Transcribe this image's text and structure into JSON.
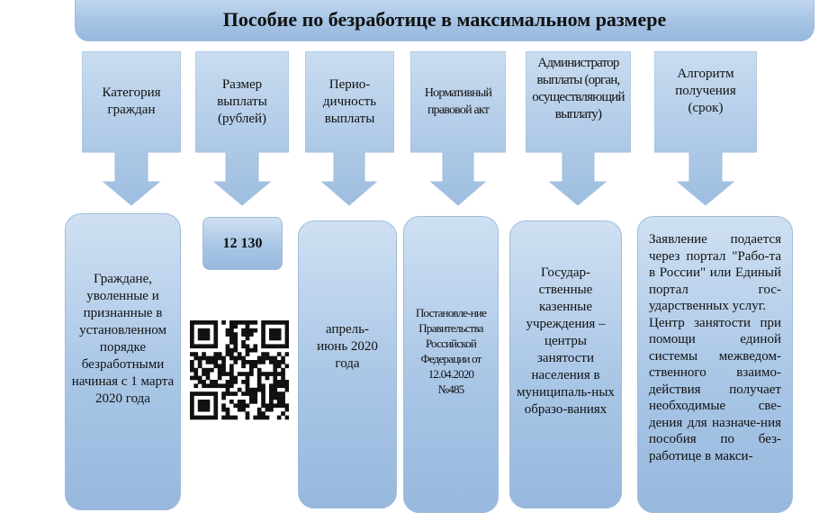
{
  "title": "Пособие по безработице в максимальном размере",
  "columns": [
    {
      "header": "Категория граждан",
      "content": "Граждане, уволенные и признанные в установленном порядке безработными начиная с 1 марта 2020 года"
    },
    {
      "header": "Размер выплаты (рублей)",
      "content": "12 130"
    },
    {
      "header": "Перио-дичность выплаты",
      "content": "апрель-июнь 2020 года"
    },
    {
      "header": "Нормативный правовой акт",
      "content": "Постановле-ние Правительства Российской Федерации от 12.04.2020 №485"
    },
    {
      "header": "Администратор выплаты (орган, осуществляющий выплату)",
      "content": "Государ-ственные казенные учреждения – центры занятости населения в муниципаль-ных образо-ваниях"
    },
    {
      "header": "Алгоритм получения (срок)",
      "content_p1": "Заявление подается через портал \"Рабо-та в России\" или Единый портал гос-ударственных услуг.",
      "content_p2": "Центр занятости при помощи единой системы межведом-ственного взаимо-действия получает необходимые све-дения для назначе-ния пособия по без-работице в макси-"
    }
  ],
  "colors": {
    "fill_light": "#cfe0f2",
    "fill_dark": "#97b8dd",
    "border": "#9fbbdc"
  }
}
